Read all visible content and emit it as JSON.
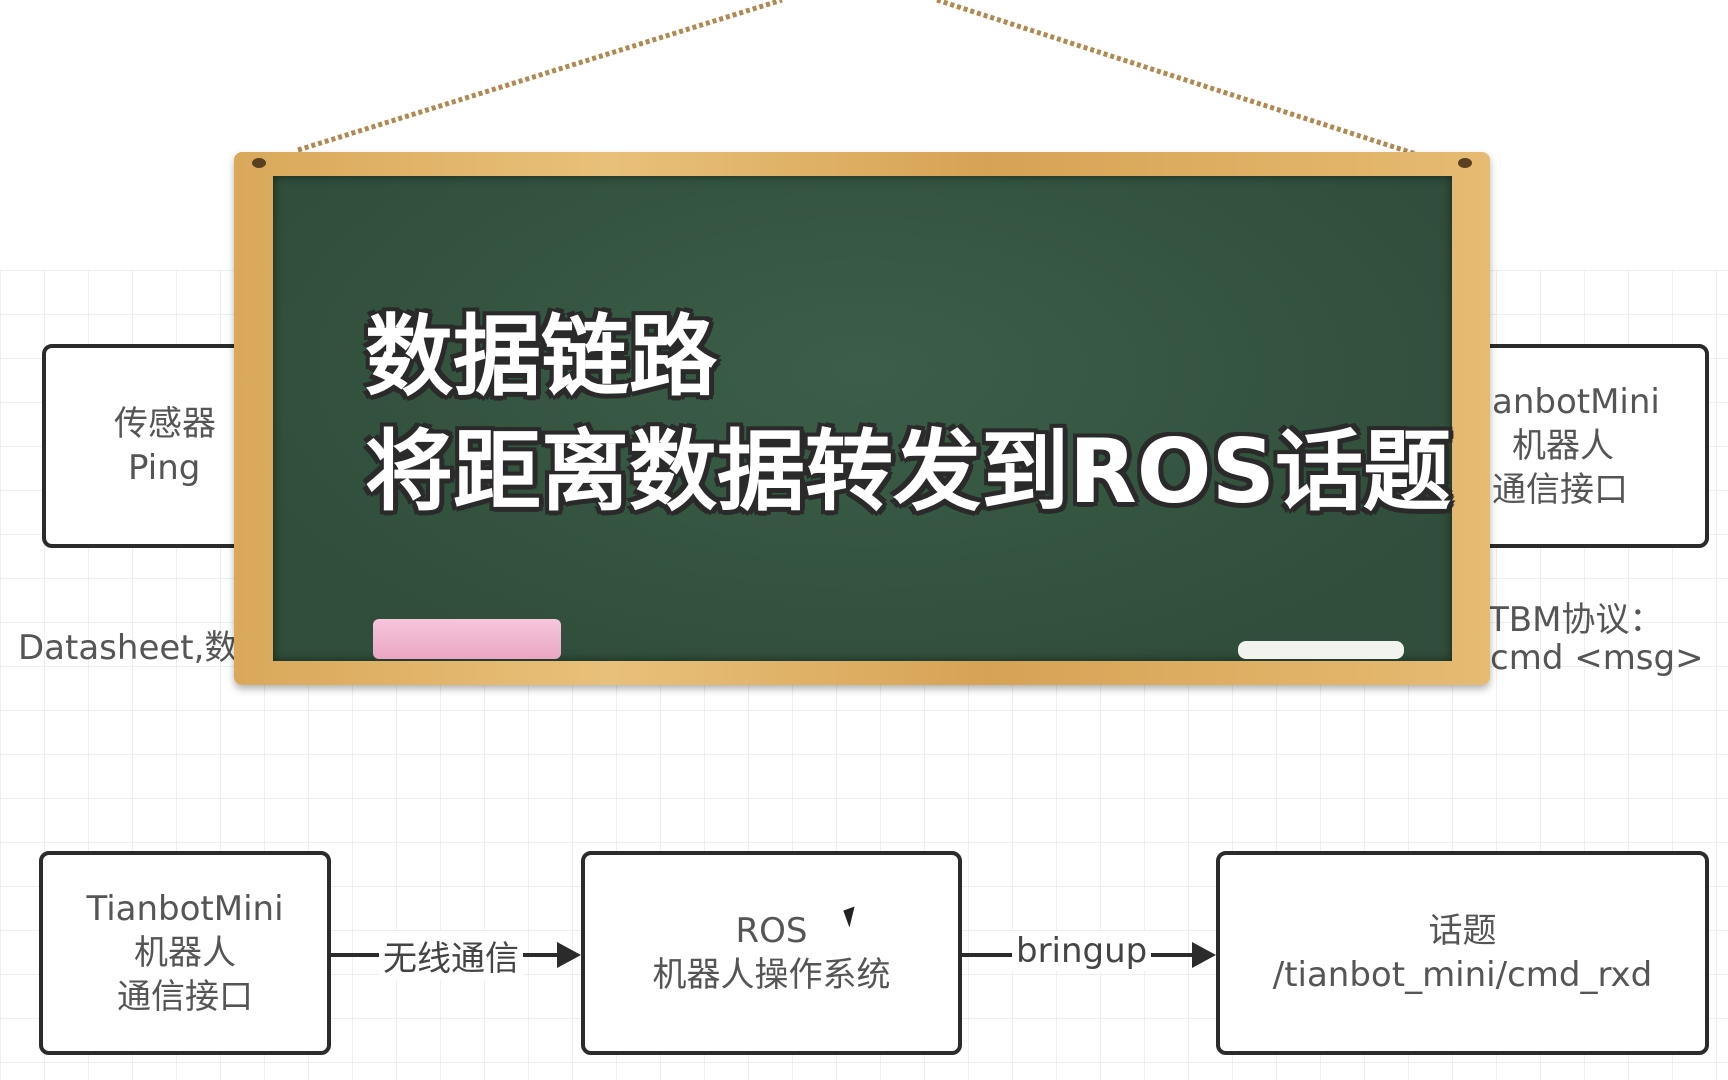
{
  "board": {
    "line1": "数据链路",
    "line2": "将距离数据转发到ROS话题",
    "colors": {
      "board": "#34563f",
      "frame": "#e0b467"
    }
  },
  "diagram": {
    "top_left_box": {
      "line1": "传感器",
      "line2": "Ping"
    },
    "top_left_label": "Datasheet,数",
    "top_right_box": {
      "line1": "anbotMini",
      "line2": "机器人",
      "line3": "通信接口"
    },
    "top_right_label": {
      "line1": "TBM协议：",
      "line2": "cmd <msg>"
    },
    "bottom_boxes": [
      {
        "line1": "TianbotMini",
        "line2": "机器人",
        "line3": "通信接口"
      },
      {
        "line1": "ROS",
        "line2": "机器人操作系统"
      },
      {
        "line1": "话题",
        "line2": "/tianbot_mini/cmd_rxd"
      }
    ],
    "arrows": [
      {
        "label": "无线通信"
      },
      {
        "label": "bringup"
      }
    ]
  }
}
